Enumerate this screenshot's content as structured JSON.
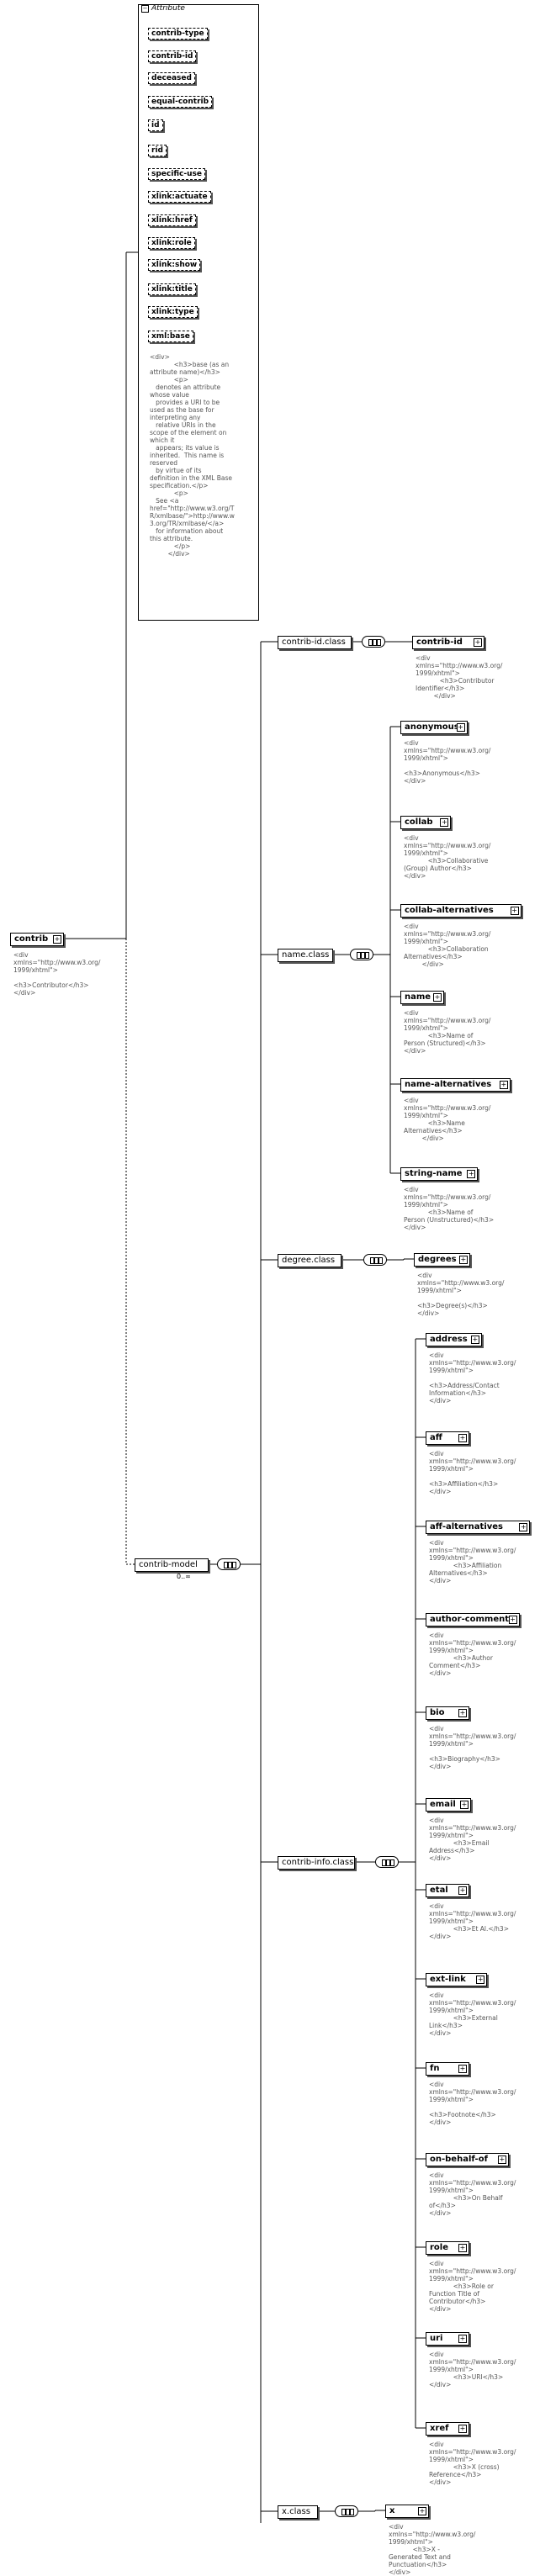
{
  "attributes": {
    "header": "Attribute",
    "items": [
      "contrib-type",
      "contrib-id",
      "deceased",
      "equal-contrib",
      "id",
      "rid",
      "specific-use",
      "xlink:actuate",
      "xlink:href",
      "xlink:role",
      "xlink:show",
      "xlink:title",
      "xlink:type",
      "xml:base"
    ],
    "doc": "<div>\n            <h3>base (as an\nattribute name)</h3>\n            <p>\n   denotes an attribute\nwhose value\n   provides a URI to be\nused as the base for\ninterpreting any\n   relative URIs in the\nscope of the element on\nwhich it\n   appears; its value is\ninherited.  This name is\nreserved\n   by virtue of its\ndefinition in the XML Base\nspecification.</p>\n            <p>\n   See <a\nhref=\"http://www.w3.org/T\nR/xmlbase/\">http://www.w\n3.org/TR/xmlbase/</a>\n   for information about\nthis attribute.\n            </p>\n         </div>"
  },
  "root": {
    "label": "contrib",
    "doc": "<div\nxmlns=\"http://www.w3.org/\n1999/xhtml\">\n\n<h3>Contributor</h3>\n</div>"
  },
  "model": {
    "label": "contrib-model",
    "cardinality": "0..∞"
  },
  "groups": [
    {
      "label": "contrib-id.class"
    },
    {
      "label": "name.class"
    },
    {
      "label": "degree.class"
    },
    {
      "label": "contrib-info.class"
    },
    {
      "label": "x.class"
    }
  ],
  "elements": [
    {
      "label": "contrib-id",
      "doc": "<div\nxmlns=\"http://www.w3.org/\n1999/xhtml\">\n            <h3>Contributor\nIdentifier</h3>\n         </div>"
    },
    {
      "label": "anonymous",
      "doc": "<div\nxmlns=\"http://www.w3.org/\n1999/xhtml\">\n\n<h3>Anonymous</h3>\n</div>"
    },
    {
      "label": "collab",
      "doc": "<div\nxmlns=\"http://www.w3.org/\n1999/xhtml\">\n            <h3>Collaborative\n(Group) Author</h3>\n</div>"
    },
    {
      "label": "collab-alternatives",
      "doc": "<div\nxmlns=\"http://www.w3.org/\n1999/xhtml\">\n            <h3>Collaboration\nAlternatives</h3>\n         </div>"
    },
    {
      "label": "name",
      "doc": "<div\nxmlns=\"http://www.w3.org/\n1999/xhtml\">\n            <h3>Name of\nPerson (Structured)</h3>\n</div>"
    },
    {
      "label": "name-alternatives",
      "doc": "<div\nxmlns=\"http://www.w3.org/\n1999/xhtml\">\n            <h3>Name\nAlternatives</h3>\n         </div>"
    },
    {
      "label": "string-name",
      "doc": "<div\nxmlns=\"http://www.w3.org/\n1999/xhtml\">\n            <h3>Name of\nPerson (Unstructured)</h3>\n</div>"
    },
    {
      "label": "degrees",
      "doc": "<div\nxmlns=\"http://www.w3.org/\n1999/xhtml\">\n\n<h3>Degree(s)</h3>\n</div>"
    },
    {
      "label": "address",
      "doc": "<div\nxmlns=\"http://www.w3.org/\n1999/xhtml\">\n\n<h3>Address/Contact\nInformation</h3>\n</div>"
    },
    {
      "label": "aff",
      "doc": "<div\nxmlns=\"http://www.w3.org/\n1999/xhtml\">\n\n<h3>Affiliation</h3>\n</div>"
    },
    {
      "label": "aff-alternatives",
      "doc": "<div\nxmlns=\"http://www.w3.org/\n1999/xhtml\">\n            <h3>Affiliation\nAlternatives</h3>\n</div>"
    },
    {
      "label": "author-comment",
      "doc": "<div\nxmlns=\"http://www.w3.org/\n1999/xhtml\">\n            <h3>Author\nComment</h3>\n</div>"
    },
    {
      "label": "bio",
      "doc": "<div\nxmlns=\"http://www.w3.org/\n1999/xhtml\">\n\n<h3>Biography</h3>\n</div>"
    },
    {
      "label": "email",
      "doc": "<div\nxmlns=\"http://www.w3.org/\n1999/xhtml\">\n            <h3>Email\nAddress</h3>\n</div>"
    },
    {
      "label": "etal",
      "doc": "<div\nxmlns=\"http://www.w3.org/\n1999/xhtml\">\n            <h3>Et Al.</h3>\n</div>"
    },
    {
      "label": "ext-link",
      "doc": "<div\nxmlns=\"http://www.w3.org/\n1999/xhtml\">\n            <h3>External\nLink</h3>\n</div>"
    },
    {
      "label": "fn",
      "doc": "<div\nxmlns=\"http://www.w3.org/\n1999/xhtml\">\n\n<h3>Footnote</h3>\n</div>"
    },
    {
      "label": "on-behalf-of",
      "doc": "<div\nxmlns=\"http://www.w3.org/\n1999/xhtml\">\n            <h3>On Behalf\nof</h3>\n</div>"
    },
    {
      "label": "role",
      "doc": "<div\nxmlns=\"http://www.w3.org/\n1999/xhtml\">\n            <h3>Role or\nFunction Title of\nContributor</h3>\n</div>"
    },
    {
      "label": "uri",
      "doc": "<div\nxmlns=\"http://www.w3.org/\n1999/xhtml\">\n            <h3>URI</h3>\n</div>"
    },
    {
      "label": "xref",
      "doc": "<div\nxmlns=\"http://www.w3.org/\n1999/xhtml\">\n            <h3>X (cross)\nReference</h3>\n</div>"
    },
    {
      "label": "x",
      "doc": "<div\nxmlns=\"http://www.w3.org/\n1999/xhtml\">\n            <h3>X -\nGenerated Text and\nPunctuation</h3>\n</div>"
    }
  ]
}
